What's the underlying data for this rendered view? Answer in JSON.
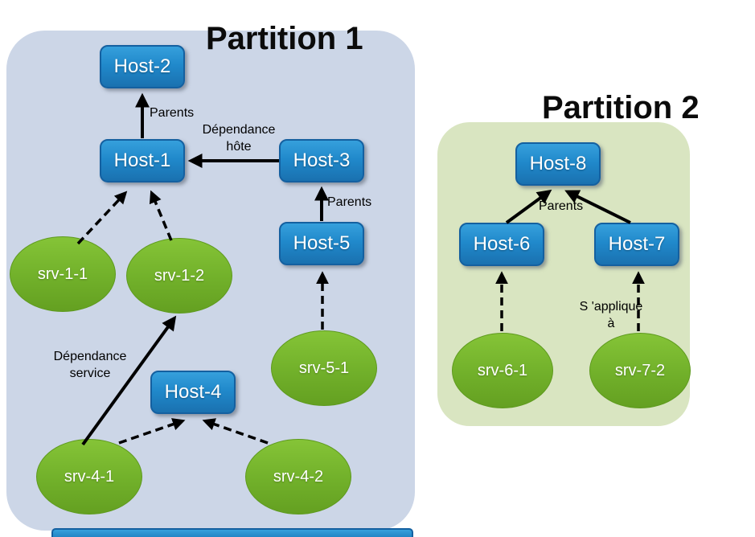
{
  "partition1": {
    "title": "Partition 1",
    "nodes": {
      "host1": "Host-1",
      "host2": "Host-2",
      "host3": "Host-3",
      "host4": "Host-4",
      "host5": "Host-5",
      "srv11": "srv-1-1",
      "srv12": "srv-1-2",
      "srv41": "srv-4-1",
      "srv42": "srv-4-2",
      "srv51": "srv-5-1"
    },
    "labels": {
      "parents_top": "Parents",
      "dependance_hote": "Dépendance\nhôte",
      "parents_right": "Parents",
      "dependance_service": "Dépendance\nservice"
    }
  },
  "partition2": {
    "title": "Partition 2",
    "nodes": {
      "host6": "Host-6",
      "host7": "Host-7",
      "host8": "Host-8",
      "srv61": "srv-6-1",
      "srv72": "srv-7-2"
    },
    "labels": {
      "parents": "Parents",
      "sapplique": "S 'applique\nà"
    }
  },
  "colors": {
    "partition1_bg": "#ccd6e7",
    "partition2_bg": "#d9e5c1",
    "host_fill": "#2089cb",
    "service_fill": "#71b02a",
    "arrow": "#000000"
  }
}
